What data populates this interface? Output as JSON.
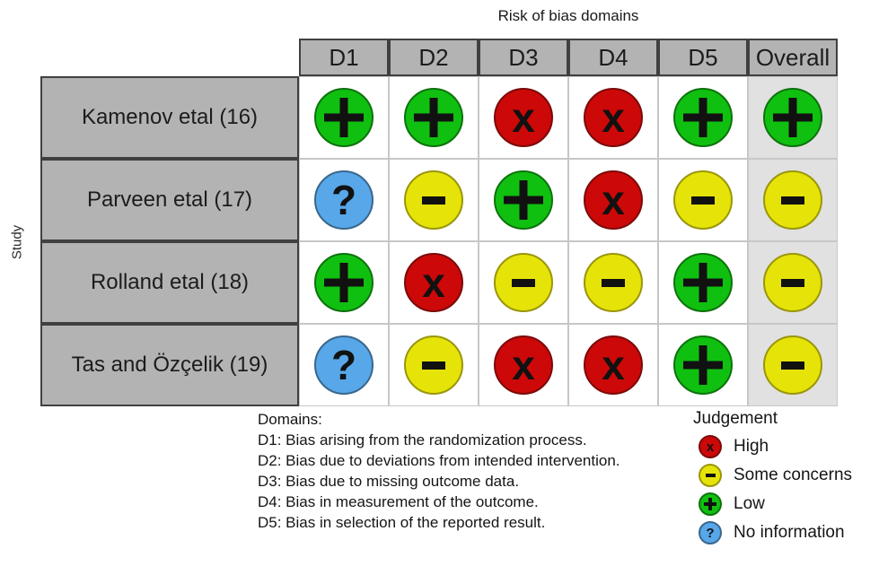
{
  "chart_data": {
    "type": "table",
    "title": "Risk of bias domains",
    "row_axis_label": "Study",
    "columns": [
      "D1",
      "D2",
      "D3",
      "D4",
      "D5",
      "Overall"
    ],
    "rows": [
      "Kamenov etal (16)",
      "Parveen etal (17)",
      "Rolland etal (18)",
      "Tas and Özçelik (19)"
    ],
    "values": [
      [
        "Low",
        "Low",
        "High",
        "High",
        "Low",
        "Low"
      ],
      [
        "No information",
        "Some concerns",
        "Low",
        "High",
        "Some concerns",
        "Some concerns"
      ],
      [
        "Low",
        "High",
        "Some concerns",
        "Some concerns",
        "Low",
        "Some concerns"
      ],
      [
        "No information",
        "Some concerns",
        "High",
        "High",
        "Low",
        "Some concerns"
      ]
    ],
    "legend_position": "bottom-right"
  },
  "judgements": {
    "High": {
      "symbol": "x",
      "shape": "text-x",
      "fill": "#cc0808",
      "border": "#7c0a0a"
    },
    "Some concerns": {
      "symbol": "-",
      "shape": "minus",
      "fill": "#e6e308",
      "border": "#9a960d"
    },
    "Low": {
      "symbol": "+",
      "shape": "plus",
      "fill": "#10c010",
      "border": "#0d730d"
    },
    "No information": {
      "symbol": "?",
      "shape": "text-q",
      "fill": "#57a7e9",
      "border": "#39678c"
    }
  },
  "domains_legend": {
    "heading": "Domains:",
    "items": [
      "D1: Bias arising from the randomization process.",
      "D2: Bias due to deviations from intended intervention.",
      "D3: Bias due to missing outcome data.",
      "D4: Bias in measurement of the outcome.",
      "D5: Bias in selection of the reported result."
    ]
  },
  "judgement_legend": {
    "heading": "Judgement",
    "items": [
      "High",
      "Some concerns",
      "Low",
      "No information"
    ]
  },
  "colors": {
    "header_bg": "#b3b3b3",
    "header_border": "#404040",
    "overall_col_bg": "#e1e1e1",
    "grid_line": "#c7c7c7",
    "symbol": "#111111"
  }
}
